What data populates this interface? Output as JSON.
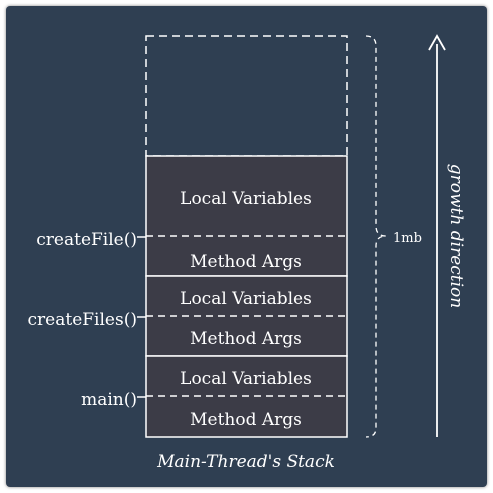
{
  "diagram": {
    "title": "Main-Thread's Stack",
    "size_label": "1mb",
    "direction_label": "growth direction",
    "frames": [
      {
        "function": "createFile()",
        "top_section": "Local Variables",
        "bottom_section": "Method Args"
      },
      {
        "function": "createFiles()",
        "top_section": "Local Variables",
        "bottom_section": "Method Args"
      },
      {
        "function": "main()",
        "top_section": "Local Variables",
        "bottom_section": "Method Args"
      }
    ]
  },
  "colors": {
    "background": "#2f3f52",
    "frame_fill": "#3c3c47",
    "stroke": "#ffffff"
  }
}
